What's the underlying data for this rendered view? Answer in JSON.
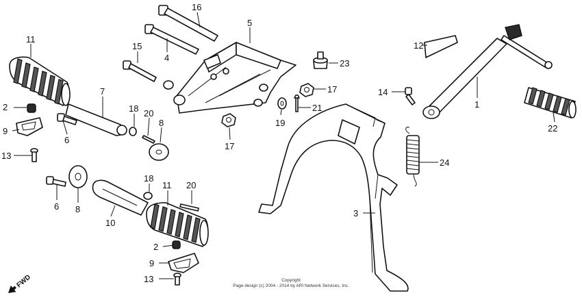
{
  "callouts": {
    "c1": "1",
    "c2a": "2",
    "c2b": "2",
    "c3": "3",
    "c4": "4",
    "c5": "5",
    "c6a": "6",
    "c6b": "6",
    "c7": "7",
    "c8a": "8",
    "c8b": "8",
    "c9a": "9",
    "c9b": "9",
    "c10": "10",
    "c11a": "11",
    "c11b": "11",
    "c12": "12",
    "c13a": "13",
    "c13b": "13",
    "c14": "14",
    "c15": "15",
    "c16": "16",
    "c17a": "17",
    "c17b": "17",
    "c18a": "18",
    "c18b": "18",
    "c19": "19",
    "c20a": "20",
    "c20b": "20",
    "c21": "21",
    "c22": "22",
    "c23": "23",
    "c24": "24"
  },
  "direction_label": "FWD",
  "copyright": {
    "line1": "Copyright",
    "line2": "Page design (c) 2004 - 2014 by ARI Network Services, Inc."
  }
}
